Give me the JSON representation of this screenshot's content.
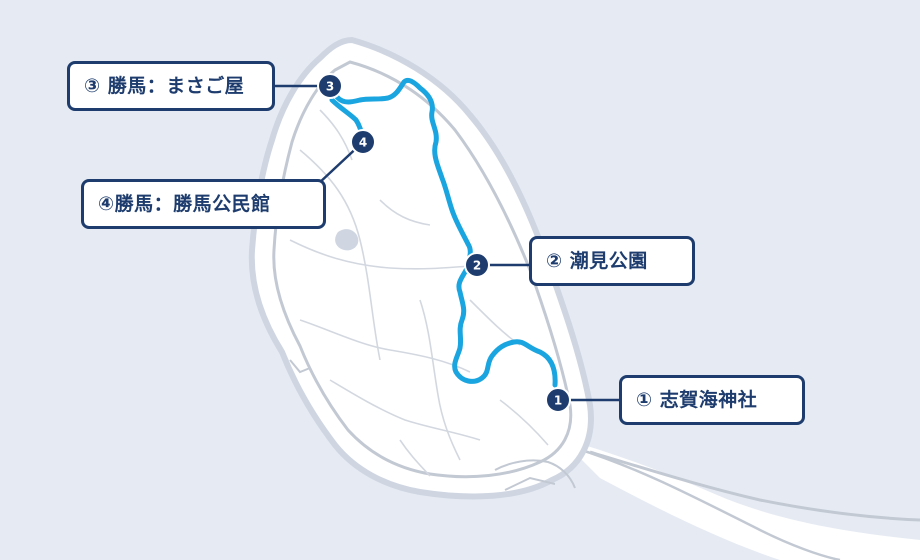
{
  "colors": {
    "sea": "#e6ebf3",
    "land": "#ffffff",
    "coast": "#cfd6e2",
    "road": "#c3c9d3",
    "route": "#1aa5e0",
    "accent": "#1e3d6e"
  },
  "markers": [
    {
      "id": "1",
      "label": "①  志賀海神社"
    },
    {
      "id": "2",
      "label": "②  潮見公園"
    },
    {
      "id": "3",
      "label": "③  勝馬：まさご屋"
    },
    {
      "id": "4",
      "label": "④勝馬：勝馬公民館"
    }
  ]
}
